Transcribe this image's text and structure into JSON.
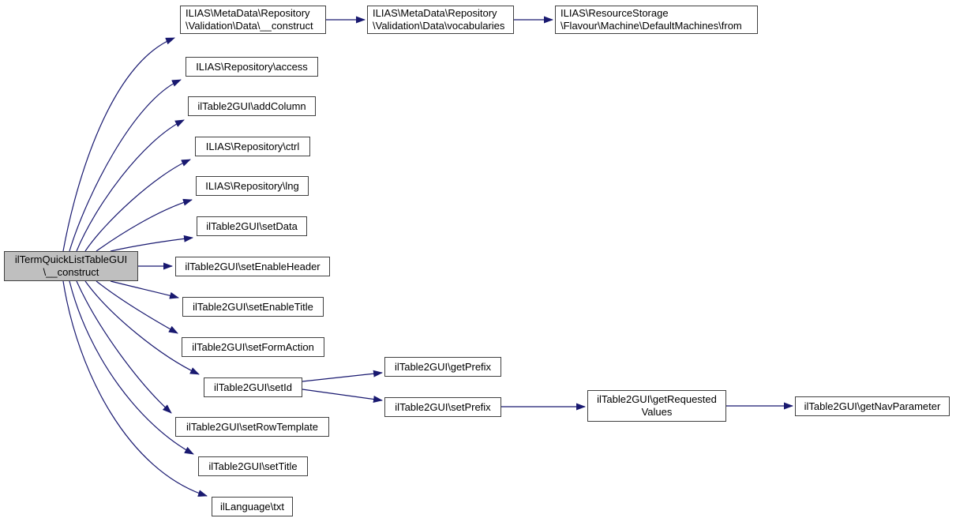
{
  "diagram": {
    "kind": "call-graph",
    "arrow_color": "#191970",
    "node_border_color": "#404040",
    "node_fill": "#ffffff",
    "highlight_fill": "#bfbfbf"
  },
  "nodes": {
    "root": {
      "lines": [
        "ilTermQuickListTableGUI",
        "\\__construct"
      ],
      "highlighted": true
    },
    "metadata_construct": {
      "lines": [
        "ILIAS\\MetaData\\Repository",
        "\\Validation\\Data\\__construct"
      ]
    },
    "vocabularies": {
      "lines": [
        "ILIAS\\MetaData\\Repository",
        "\\Validation\\Data\\vocabularies"
      ]
    },
    "defaultmachines_from": {
      "lines": [
        "ILIAS\\ResourceStorage",
        "\\Flavour\\Machine\\DefaultMachines\\from"
      ]
    },
    "access": {
      "lines": [
        "ILIAS\\Repository\\access"
      ]
    },
    "addcolumn": {
      "lines": [
        "ilTable2GUI\\addColumn"
      ]
    },
    "ctrl": {
      "lines": [
        "ILIAS\\Repository\\ctrl"
      ]
    },
    "lng": {
      "lines": [
        "ILIAS\\Repository\\lng"
      ]
    },
    "setdata": {
      "lines": [
        "ilTable2GUI\\setData"
      ]
    },
    "setenableheader": {
      "lines": [
        "ilTable2GUI\\setEnableHeader"
      ]
    },
    "setenabletitle": {
      "lines": [
        "ilTable2GUI\\setEnableTitle"
      ]
    },
    "setformaction": {
      "lines": [
        "ilTable2GUI\\setFormAction"
      ]
    },
    "setid": {
      "lines": [
        "ilTable2GUI\\setId"
      ]
    },
    "setrowtemplate": {
      "lines": [
        "ilTable2GUI\\setRowTemplate"
      ]
    },
    "settitle": {
      "lines": [
        "ilTable2GUI\\setTitle"
      ]
    },
    "txt": {
      "lines": [
        "ilLanguage\\txt"
      ]
    },
    "getprefix": {
      "lines": [
        "ilTable2GUI\\getPrefix"
      ]
    },
    "setprefix": {
      "lines": [
        "ilTable2GUI\\setPrefix"
      ]
    },
    "getrequestedvalues": {
      "lines": [
        "ilTable2GUI\\getRequested",
        "Values"
      ]
    },
    "getnavparameter": {
      "lines": [
        "ilTable2GUI\\getNavParameter"
      ]
    }
  },
  "edges": [
    {
      "from": "root",
      "to": "metadata_construct"
    },
    {
      "from": "root",
      "to": "access"
    },
    {
      "from": "root",
      "to": "addcolumn"
    },
    {
      "from": "root",
      "to": "ctrl"
    },
    {
      "from": "root",
      "to": "lng"
    },
    {
      "from": "root",
      "to": "setdata"
    },
    {
      "from": "root",
      "to": "setenableheader"
    },
    {
      "from": "root",
      "to": "setenabletitle"
    },
    {
      "from": "root",
      "to": "setformaction"
    },
    {
      "from": "root",
      "to": "setid"
    },
    {
      "from": "root",
      "to": "setrowtemplate"
    },
    {
      "from": "root",
      "to": "settitle"
    },
    {
      "from": "root",
      "to": "txt"
    },
    {
      "from": "metadata_construct",
      "to": "vocabularies"
    },
    {
      "from": "vocabularies",
      "to": "defaultmachines_from"
    },
    {
      "from": "setid",
      "to": "getprefix"
    },
    {
      "from": "setid",
      "to": "setprefix"
    },
    {
      "from": "setprefix",
      "to": "getrequestedvalues"
    },
    {
      "from": "getrequestedvalues",
      "to": "getnavparameter"
    }
  ]
}
